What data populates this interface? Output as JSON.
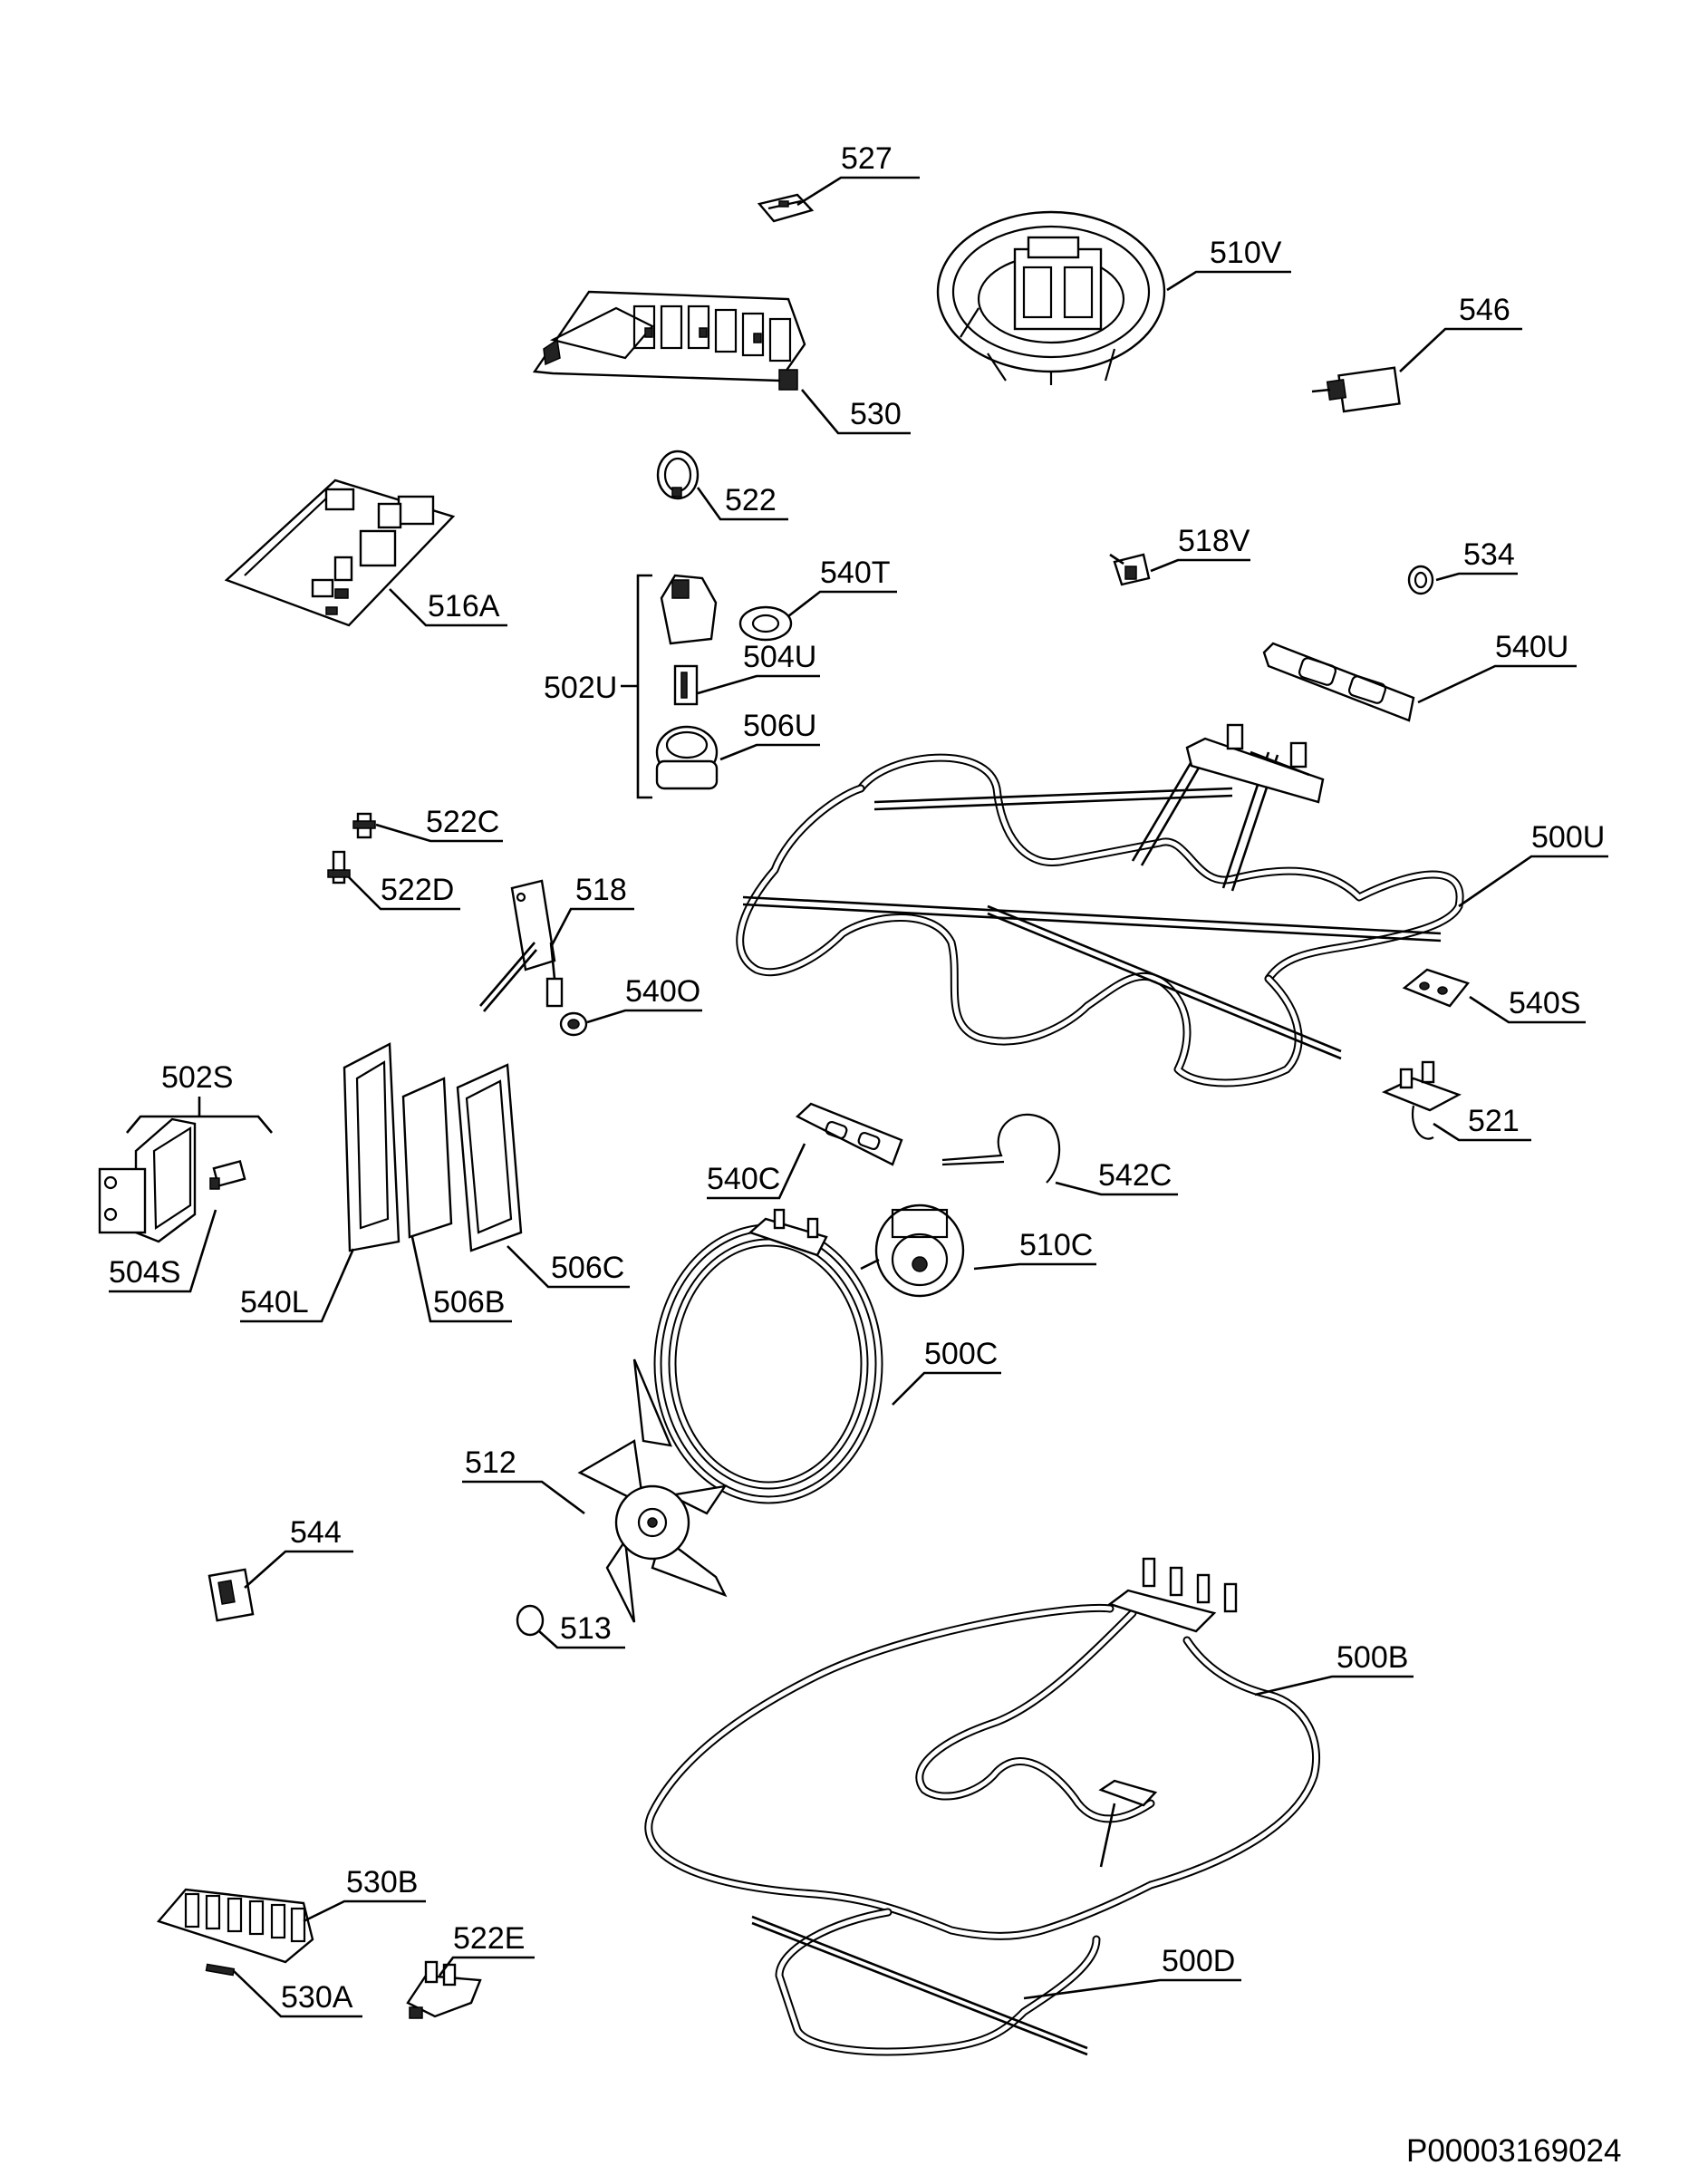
{
  "labels": {
    "l527": "527",
    "l510V": "510V",
    "l546": "546",
    "l530": "530",
    "l522": "522",
    "l516A": "516A",
    "l540T": "540T",
    "l518V": "518V",
    "l534": "534",
    "l502U": "502U",
    "l504U": "504U",
    "l540U": "540U",
    "l506U": "506U",
    "l522C": "522C",
    "l522D": "522D",
    "l518": "518",
    "l500U": "500U",
    "l540O": "540O",
    "l540S": "540S",
    "l502S": "502S",
    "l521": "521",
    "l540C": "540C",
    "l542C": "542C",
    "l504S": "504S",
    "l506C": "506C",
    "l540L": "540L",
    "l506B": "506B",
    "l510C": "510C",
    "l500C": "500C",
    "l512": "512",
    "l544": "544",
    "l513": "513",
    "l500B": "500B",
    "l530B": "530B",
    "l522E": "522E",
    "l530A": "530A",
    "l500D": "500D"
  },
  "drawing_number": "P00003169024"
}
